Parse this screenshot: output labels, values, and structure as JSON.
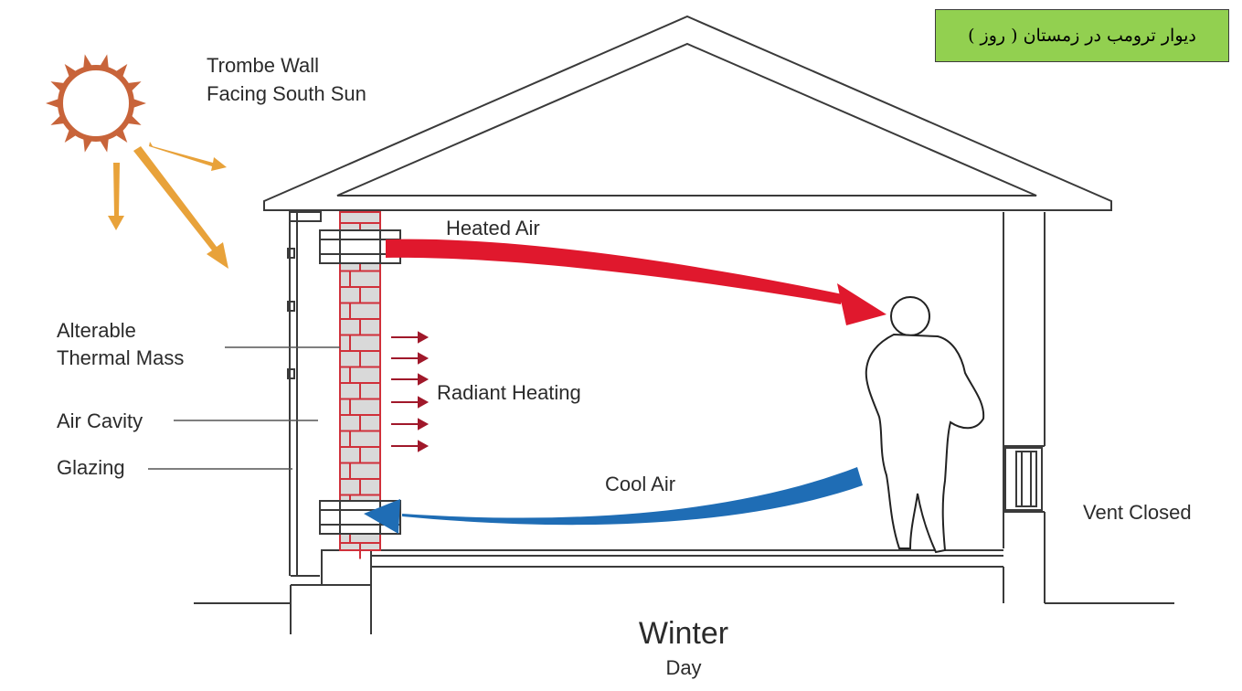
{
  "title_box": {
    "text": "دیوار ترومب در زمستان ( روز )",
    "bg": "#92d050"
  },
  "labels": {
    "trombe_line1": "Trombe Wall",
    "trombe_line2": "Facing South Sun",
    "heated_air": "Heated Air",
    "alterable_line1": "Alterable",
    "alterable_line2": "Thermal Mass",
    "radiant_heating": "Radiant Heating",
    "air_cavity": "Air Cavity",
    "glazing": "Glazing",
    "cool_air": "Cool Air",
    "vent_closed": "Vent Closed",
    "season": "Winter",
    "time_of_day": "Day"
  },
  "colors": {
    "sun": "#c8643a",
    "sun_rays": "#e8a23a",
    "heated_air": "#e0182d",
    "cool_air": "#1f6db5",
    "brick": "#d9d9d9",
    "brick_mortar": "#d0303a",
    "radiant_arrows": "#a0182a",
    "outline": "#3a3a3a"
  },
  "icons": [
    "sun-icon",
    "person-icon"
  ]
}
